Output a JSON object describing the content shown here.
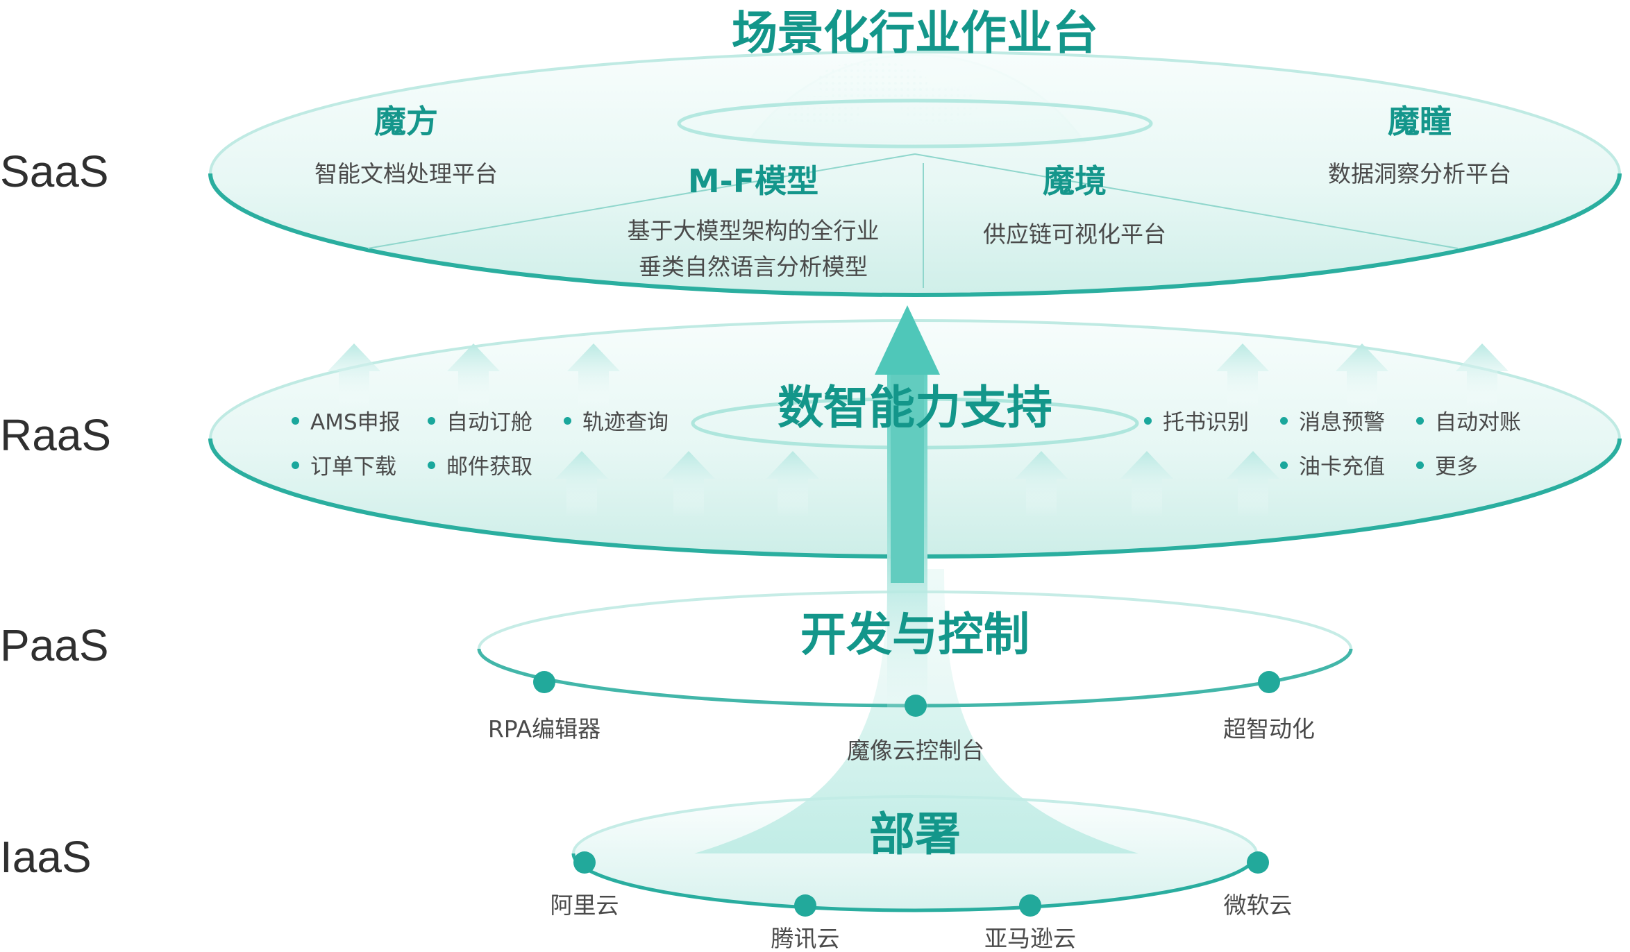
{
  "layers": {
    "saas": "SaaS",
    "raas": "RaaS",
    "paas": "PaaS",
    "iaas": "IaaS"
  },
  "saas": {
    "title": "场景化行业作业台",
    "modules": {
      "mofang": {
        "name": "魔方",
        "desc": "智能文档处理平台"
      },
      "mf_model": {
        "name": "M-F模型",
        "desc_line1": "基于大模型架构的全行业",
        "desc_line2": "垂类自然语言分析模型"
      },
      "mojing": {
        "name": "魔境",
        "desc": "供应链可视化平台"
      },
      "motong": {
        "name": "魔瞳",
        "desc": "数据洞察分析平台"
      }
    }
  },
  "raas": {
    "title": "数智能力支持",
    "left_features": [
      "AMS申报",
      "自动订舱",
      "轨迹查询",
      "订单下载",
      "邮件获取"
    ],
    "right_features": [
      "托书识别",
      "消息预警",
      "自动对账",
      "油卡充值",
      "更多"
    ]
  },
  "paas": {
    "title": "开发与控制",
    "nodes": [
      "RPA编辑器",
      "魔像云控制台",
      "超智动化"
    ]
  },
  "iaas": {
    "title": "部署",
    "nodes": [
      "阿里云",
      "腾讯云",
      "亚马逊云",
      "微软云"
    ]
  },
  "colors": {
    "accent": "#1aa79c",
    "title_teal": "#13968a",
    "ring_stroke": "#8fd9d0",
    "disc_fill": "#e4f6f3"
  }
}
